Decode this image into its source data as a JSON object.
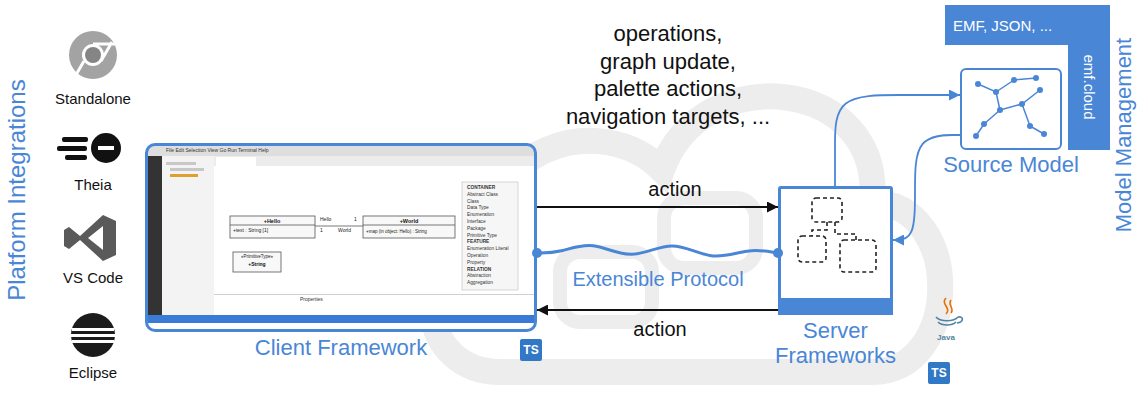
{
  "diagram": {
    "nodes": [
      {
        "text": [
          "Client Framework"
        ]
      },
      {
        "text": [
          "Server Frameworks"
        ]
      },
      {
        "text": [
          "EMF, JSON, ...",
          "emf.cloud"
        ]
      },
      {
        "text": [
          "Source Model"
        ]
      }
    ],
    "edges": [
      {
        "from": 0,
        "to": 1,
        "arrow": "to",
        "label": "action"
      },
      {
        "from": 1,
        "to": 0,
        "arrow": "to",
        "label": "action"
      },
      {
        "from": 0,
        "to": 1,
        "arrow": "none",
        "label": "Extensible Protocol"
      },
      {
        "from": 1,
        "to": 3,
        "arrow": "to"
      },
      {
        "from": 3,
        "to": 1,
        "arrow": "to"
      }
    ],
    "labels": [
      "Platform Integrations",
      "Standalone",
      "Theia",
      "VS Code",
      "Eclipse",
      "operations, graph update, palette actions, navigation targets, ...",
      "File Edit Selection View Go Run Terminal Help",
      "+Hello",
      "+text : String [1]",
      "Hello",
      "1",
      "1",
      "World",
      "+World",
      "+map (in object: Hello) : String",
      "«PrimitiveType»",
      "+String",
      "Properties",
      "CONTAINER",
      "Abstract Class",
      "Class",
      "Data Type",
      "Enumeration",
      "Interface",
      "Package",
      "Primitive Type",
      "FEATURE",
      "Enumeration Literal",
      "Operation",
      "Property",
      "RELATION",
      "Abstraction",
      "Aggregation",
      "TS",
      "Java",
      "TS",
      "Model Management"
    ]
  }
}
